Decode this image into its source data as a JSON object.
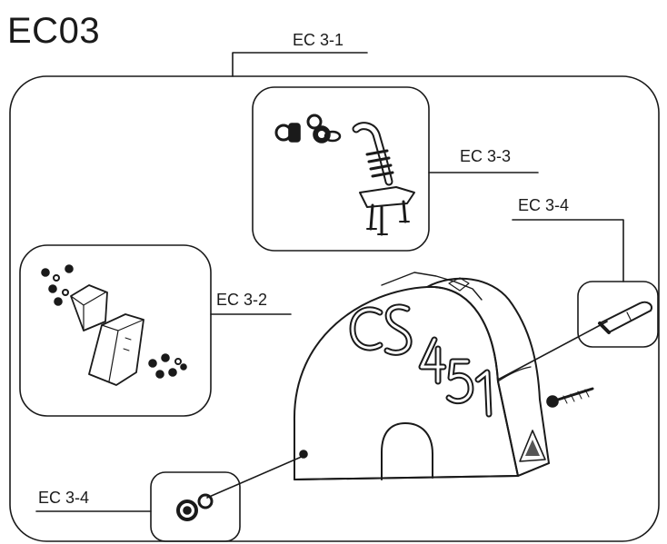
{
  "title": "EC03",
  "callouts": {
    "main": "EC 3-1",
    "top_parts": "EC 3-3",
    "handle_part": "EC 3-4",
    "bracket_parts": "EC 3-2",
    "nut_parts": "EC 3-4"
  },
  "guard_marking": {
    "brand": "CS",
    "model": "451"
  },
  "colors": {
    "line": "#1a1a1a",
    "fill": "#ffffff",
    "shading": "#555555"
  }
}
